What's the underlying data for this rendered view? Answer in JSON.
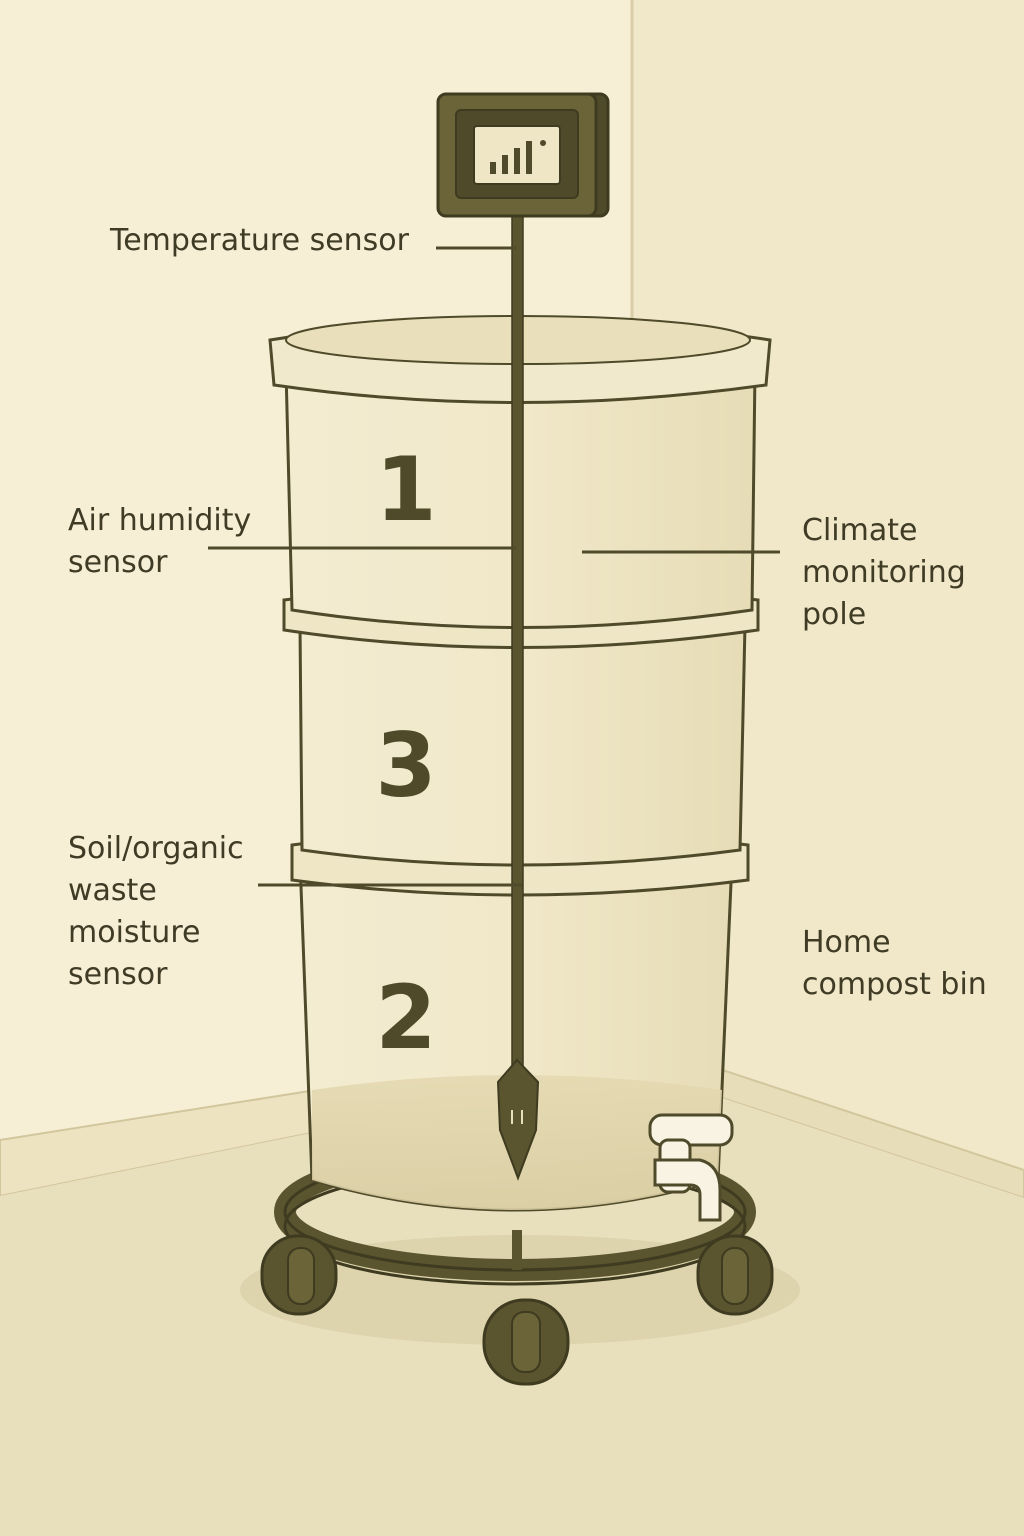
{
  "labels": {
    "temperature_sensor": "Temperature sensor",
    "air_humidity_sensor": [
      "Air humidity",
      "sensor"
    ],
    "climate_monitoring_pole": [
      "Climate",
      "monitoring",
      "pole"
    ],
    "soil_moisture_sensor": [
      "Soil/organic",
      "waste",
      "moisture",
      "sensor"
    ],
    "home_compost_bin": [
      "Home",
      "compost bin"
    ]
  },
  "tiers": {
    "top": "1",
    "middle": "3",
    "bottom": "2"
  },
  "colors": {
    "background": "#f4ecd0",
    "ink": "#4f4a2a",
    "bin_fill": "#efe6c6",
    "floor": "#e8dfbd"
  },
  "icons": {
    "display": "signal-bars-icon",
    "spigot": "faucet-icon"
  }
}
